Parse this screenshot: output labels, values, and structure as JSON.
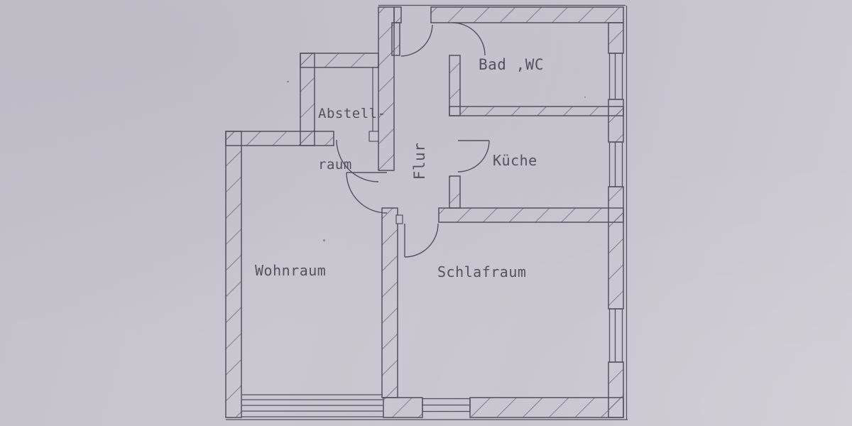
{
  "image": {
    "description": "Hand-drafted apartment floor plan photographed on grey paper",
    "language": "de"
  },
  "colors": {
    "paper": "#c9c4ce",
    "ink": "#56505e",
    "hatch": "#6b6474",
    "text": "#4c4658"
  },
  "rooms": [
    {
      "id": "abstellraum",
      "lines": [
        "Abstell-",
        "raum"
      ]
    },
    {
      "id": "bad-wc",
      "label": "Bad ,WC"
    },
    {
      "id": "kueche",
      "label": "Küche"
    },
    {
      "id": "flur",
      "label": "Flur"
    },
    {
      "id": "wohnraum",
      "label": "Wohnraum"
    },
    {
      "id": "schlafraum",
      "label": "Schlafraum"
    }
  ]
}
